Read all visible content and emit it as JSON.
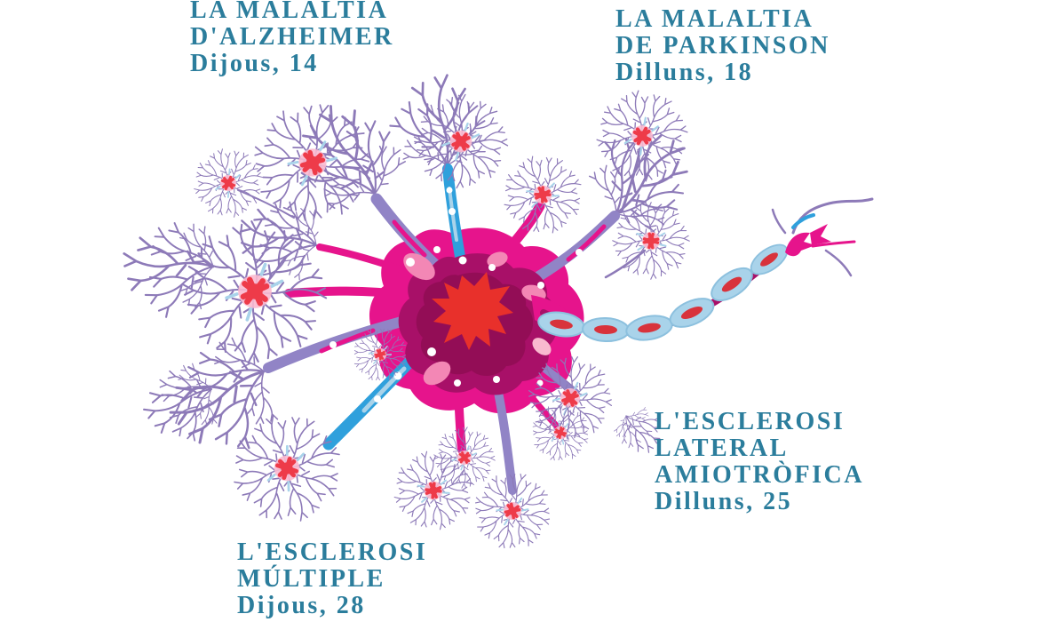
{
  "colors": {
    "bg": "#ffffff",
    "teal": "#2b7d9c",
    "magenta": "#e6148c",
    "magentadark": "#a81068",
    "crimson": "#930d56",
    "red": "#e8302b",
    "redsoft": "#ee3b49",
    "pink": "#f387b5",
    "pinklight": "#f9b9cf",
    "purple": "#9184c6",
    "purplethin": "#8d7ab8",
    "blue": "#2fa0dc",
    "bluelight": "#a9d3ea",
    "myelinedge": "#8cc0de",
    "myelinred": "#d8333c",
    "white": "#ffffff"
  },
  "poster": {
    "labels": [
      {
        "id": "alzheimer",
        "lines": [
          "LA MALALTIA",
          "D'ALZHEIMER"
        ],
        "date": "Dijous, 14"
      },
      {
        "id": "parkinson",
        "lines": [
          "LA MALALTIA",
          "DE PARKINSON"
        ],
        "date": "Dilluns, 18"
      },
      {
        "id": "esclerosi-lateral",
        "lines": [
          "L'ESCLEROSI",
          "LATERAL",
          "AMIOTRÒFICA"
        ],
        "date": "Dilluns, 25"
      },
      {
        "id": "esclerosi-multiple",
        "lines": [
          "L'ESCLEROSI",
          "MÚLTIPLE"
        ],
        "date": "Dijous, 28"
      }
    ],
    "illustration": {
      "subject": "neuron",
      "parts": [
        "soma",
        "nucleus",
        "dendrites",
        "axon",
        "myelin-sheath",
        "axon-terminals",
        "satellite-neurons"
      ]
    }
  }
}
